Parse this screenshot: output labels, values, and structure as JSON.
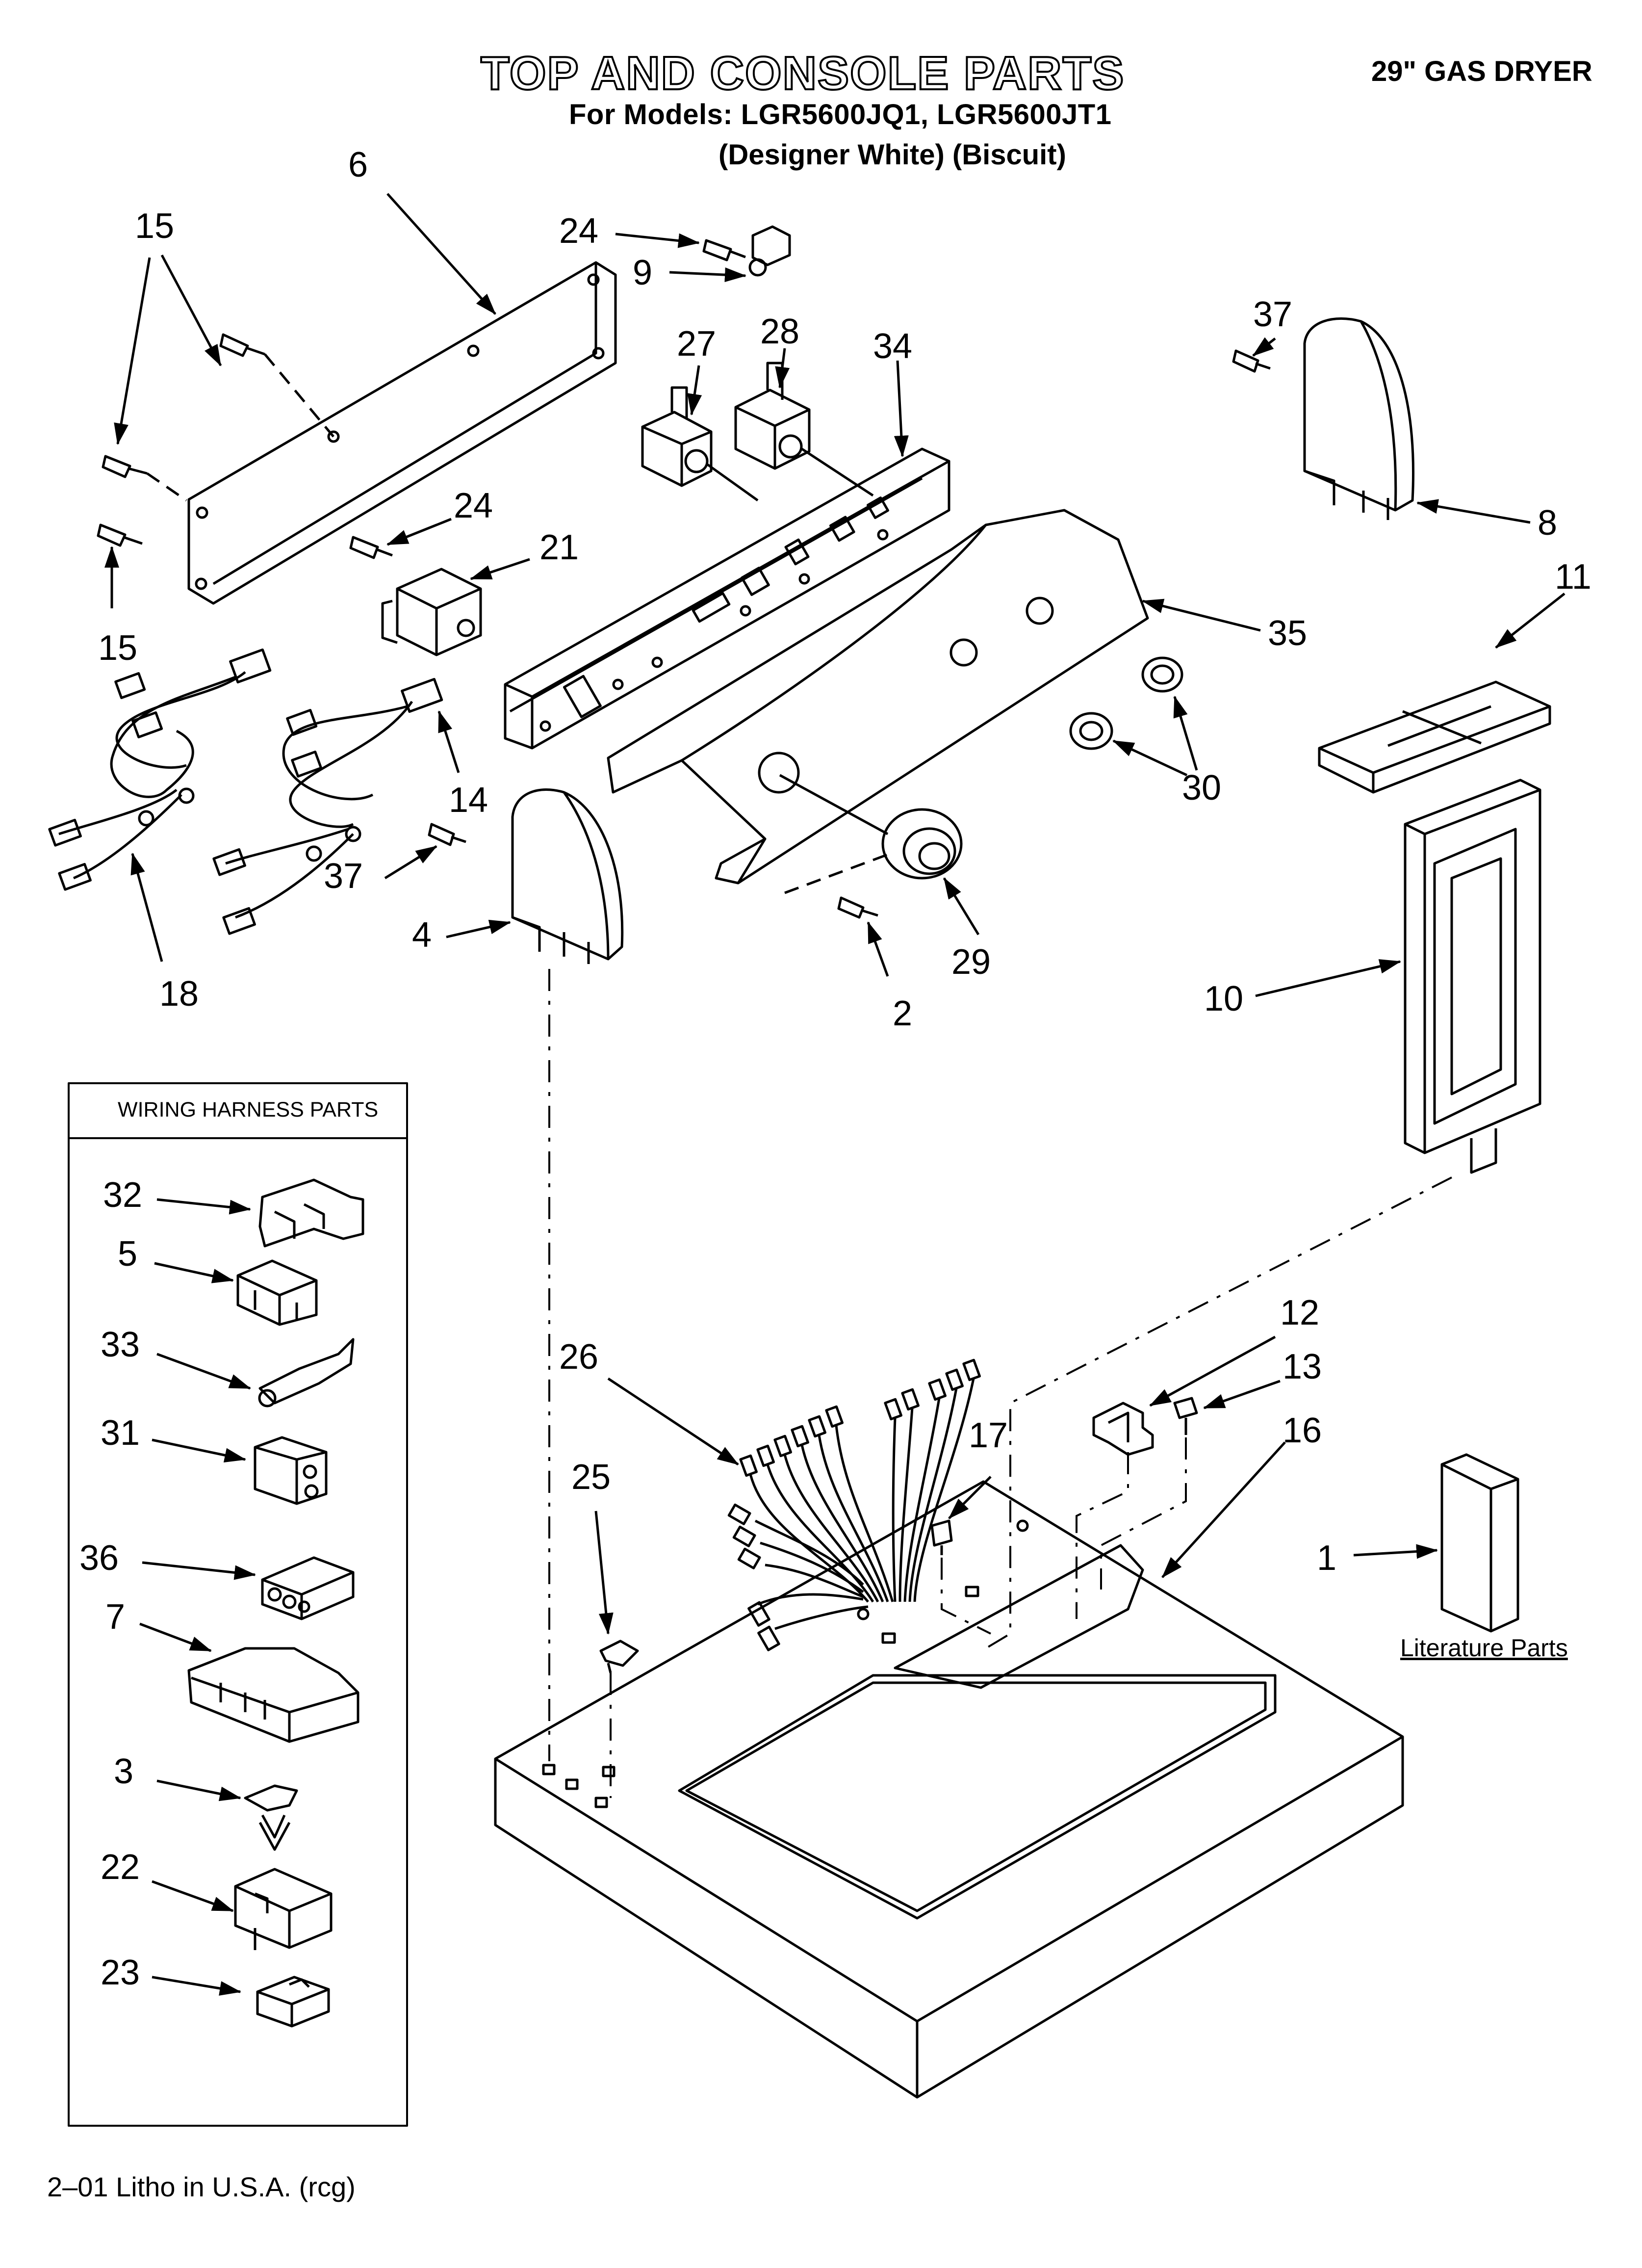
{
  "header": {
    "title": "TOP AND CONSOLE PARTS",
    "models_line": "For Models: LGR5600JQ1, LGR5600JT1",
    "variants_line": "(Designer White)  (Biscuit)",
    "product": "29\" GAS DRYER"
  },
  "harness_box": {
    "title": "WIRING HARNESS PARTS"
  },
  "literature": {
    "label": "Literature Parts"
  },
  "footer": {
    "litho": "2–01 Litho in U.S.A. (rcg)"
  },
  "callouts": {
    "c6": "6",
    "c15a": "15",
    "c15b": "15",
    "c24a": "24",
    "c9": "9",
    "c27": "27",
    "c28": "28",
    "c34": "34",
    "c37a": "37",
    "c8": "8",
    "c11": "11",
    "c24b": "24",
    "c21": "21",
    "c35": "35",
    "c30": "30",
    "c14": "14",
    "c37b": "37",
    "c4": "4",
    "c18": "18",
    "c29": "29",
    "c2": "2",
    "c10": "10",
    "c32": "32",
    "c5": "5",
    "c33": "33",
    "c31": "31",
    "c36": "36",
    "c7": "7",
    "c3": "3",
    "c22": "22",
    "c23": "23",
    "c26": "26",
    "c25": "25",
    "c17": "17",
    "c12": "12",
    "c13": "13",
    "c16": "16",
    "c1": "1"
  }
}
